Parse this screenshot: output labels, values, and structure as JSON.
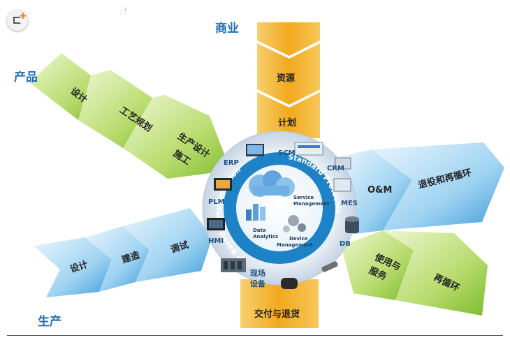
{
  "corner_mark": ":",
  "sections": {
    "business": "商业",
    "product": "产品",
    "production": "生产"
  },
  "business_arrow": [
    "资源",
    "计划",
    "交付与退货"
  ],
  "product_arrow": [
    "设计",
    "工艺规划",
    "生产设计",
    "施工"
  ],
  "production_arrow": [
    "设计",
    "建造",
    "调试"
  ],
  "service_arrow_top": [
    "O&M",
    "退役和再循环"
  ],
  "service_arrow_bottom": [
    "使用与",
    "服务",
    "再循环"
  ],
  "ring_labels": [
    "ERP",
    "SCM",
    "CRM",
    "MES",
    "DB",
    "PLM",
    "HMI",
    "现场",
    "设备"
  ],
  "ring_text": {
    "left": "IP Based Communication",
    "right": "Standard Protocols"
  },
  "core_labels": {
    "service_1": "Service",
    "service_2": "Management",
    "analytics_1": "Data",
    "analytics_2": "Analytics",
    "device_1": "Device",
    "device_2": "Management"
  },
  "colors": {
    "gold": "#f5b83c",
    "green": "#8cc63f",
    "blue": "#4aa8e0",
    "ring_outer": "#d7e2ee",
    "ring_inner": "#1e83c6",
    "section_label": "#1f6eb5"
  }
}
